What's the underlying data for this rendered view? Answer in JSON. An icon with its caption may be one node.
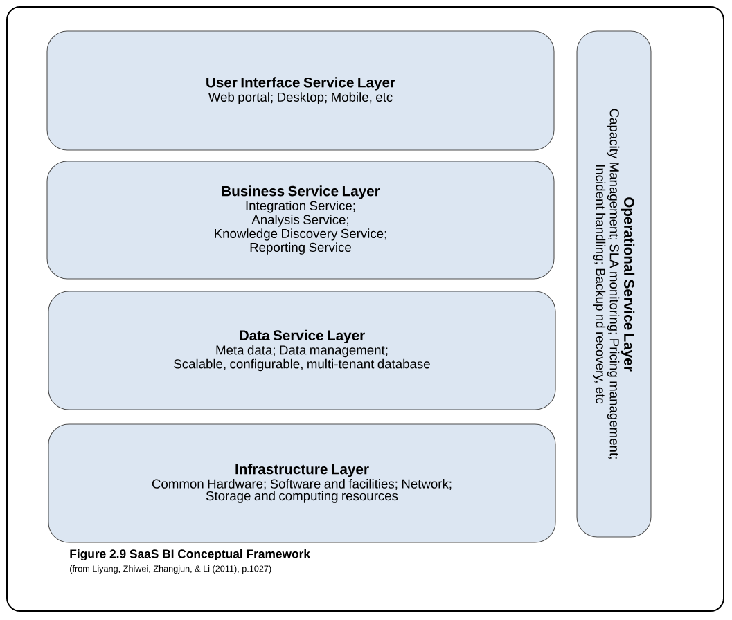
{
  "diagram": {
    "caption": "Figure 2.9 SaaS BI Conceptual Framework",
    "nodes": [
      {
        "text": [
          "User Interface Service Layer",
          "Web portal; Desktop; Mobile, etc"
        ]
      },
      {
        "text": [
          "Business Service Layer",
          "Integration Service;",
          "Analysis Service;",
          "Knowledge Discovery Service;",
          "Reporting Service"
        ]
      },
      {
        "text": [
          "Data Service Layer",
          "Meta data; Data management;",
          "Scalable, configurable, multi-tenant database"
        ]
      },
      {
        "text": [
          "Infrastructure Layer",
          "Common Hardware; Software and facilities; Network;",
          "Storage and computing resources"
        ]
      },
      {
        "text": [
          "Operational Service Layer",
          "Capacity Management; SLA monitoring; Pricing management;",
          "Incident handling; Backup nd recovery, etc"
        ]
      }
    ],
    "labels": [
      "(from Liyang, Zhiwei, Zhangjun, & Li (2011), p.1027)"
    ]
  }
}
